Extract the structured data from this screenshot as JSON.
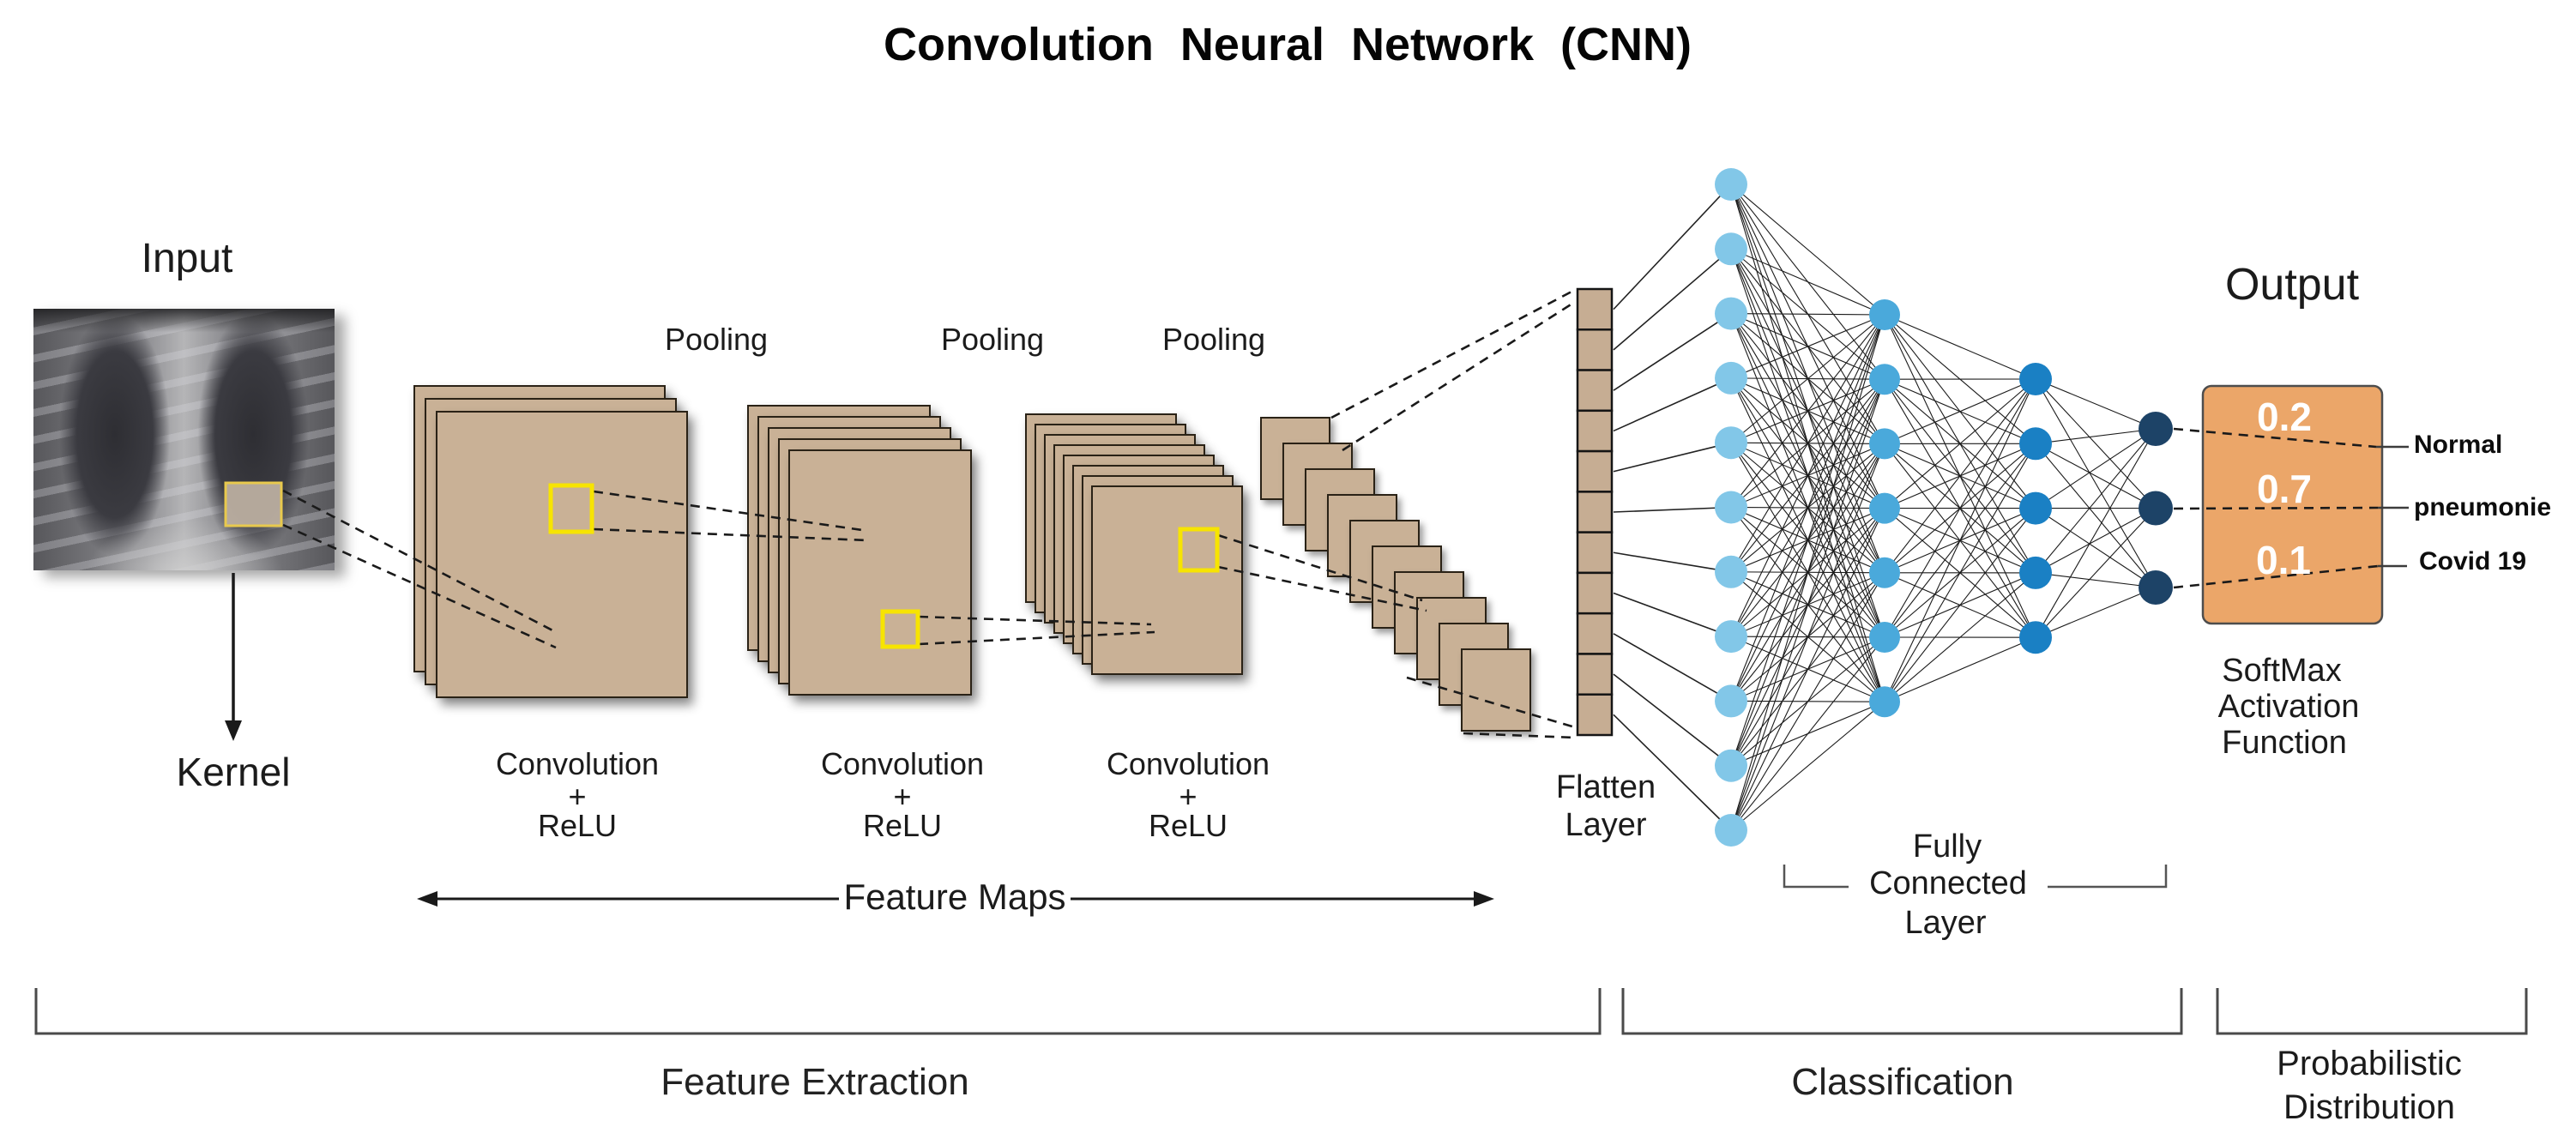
{
  "title": "Convolution Neural Network (CNN)",
  "input_section": {
    "label": "Input",
    "kernel_label": "Kernel"
  },
  "feature_extraction": {
    "pooling_labels": [
      "Pooling",
      "Pooling",
      "Pooling"
    ],
    "conv_relu_labels": [
      {
        "line1": "Convolution",
        "line2": "+",
        "line3": "ReLU"
      },
      {
        "line1": "Convolution",
        "line2": "+",
        "line3": "ReLU"
      },
      {
        "line1": "Convolution",
        "line2": "+",
        "line3": "ReLU"
      }
    ],
    "feature_maps_label": "Feature Maps",
    "bracket_label": "Feature Extraction"
  },
  "flatten_layer": {
    "label_line1": "Flatten",
    "label_line2": "Layer",
    "cell_count": 11,
    "cell_color": "#c6ad93"
  },
  "classification": {
    "fully_connected_label": {
      "line1": "Fully",
      "line2": "Connected",
      "line3": "Layer"
    },
    "bracket_label": "Classification",
    "layers": [
      {
        "name": "dense-1",
        "neurons": 11,
        "color": "#82c7e8"
      },
      {
        "name": "dense-2",
        "neurons": 7,
        "color": "#4aa9db"
      },
      {
        "name": "dense-3",
        "neurons": 5,
        "color": "#1a80c4"
      },
      {
        "name": "output-neurons",
        "neurons": 3,
        "color": "#1d4367"
      }
    ]
  },
  "output_section": {
    "label": "Output",
    "softmax_label": {
      "line1": "SoftMax",
      "line2": "Activation",
      "line3": "Function"
    },
    "box_color": "#eba669",
    "predictions": [
      {
        "value": "0.2",
        "class_label": "Normal"
      },
      {
        "value": "0.7",
        "class_label": "pneumonie"
      },
      {
        "value": "0.1",
        "class_label": "Covid 19"
      }
    ],
    "bracket_label_line1": "Probabilistic",
    "bracket_label_line2": "Distribution"
  },
  "colors": {
    "sheet_tan": "#c9b196",
    "kernel_yellow": "#f7e400",
    "line_dark": "#1a1a1a"
  }
}
